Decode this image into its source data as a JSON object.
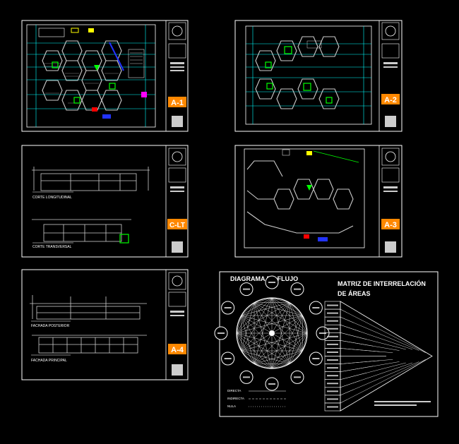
{
  "sheets": [
    {
      "id": "A-1"
    },
    {
      "id": "A-2"
    },
    {
      "id": "C-LT",
      "captions": [
        "CORTE LONGITUDINAL",
        "CORTE TRANSVERSAL"
      ]
    },
    {
      "id": "A-3"
    },
    {
      "id": "A-4",
      "captions": [
        "FACHADA POSTERIOR",
        "FACHADA PRINCIPAL"
      ]
    }
  ],
  "diagram": {
    "flow_title": "DIAGRAMA DE FLUJO",
    "matrix_title_1": "MATRIZ DE INTERRELACIÓN",
    "matrix_title_2": "DE ÁREAS",
    "legend": [
      "DIRECTA",
      "INDIRECTA",
      "NULA"
    ]
  },
  "colors": {
    "frame": "#ffffff",
    "cyan": "#00ffff",
    "green": "#00ff00",
    "yellow": "#ffff00",
    "red": "#ff0000",
    "orange": "#ff8800",
    "magenta": "#ff00ff",
    "blue": "#2233ff",
    "gray": "#888888"
  }
}
